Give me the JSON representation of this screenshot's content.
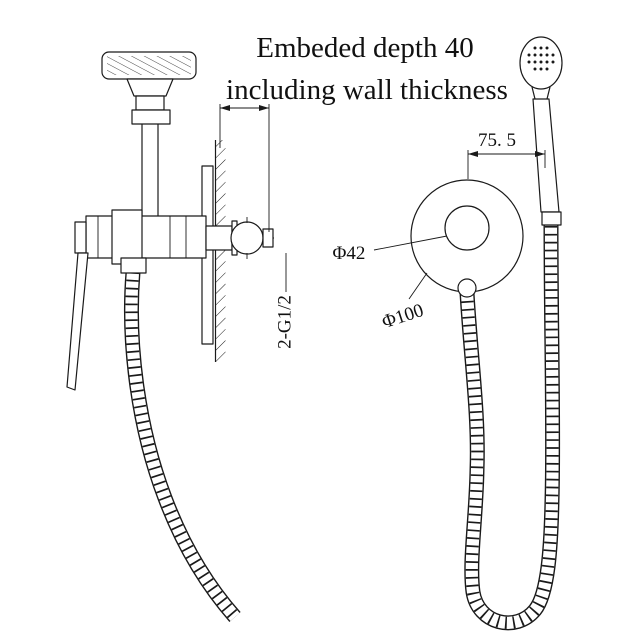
{
  "drawing": {
    "title_line1": "Embeded depth 40",
    "title_line2": "including wall thickness",
    "dimensions": {
      "offset_width": "75. 5",
      "inner_diameter": "Φ42",
      "outer_diameter": "Φ100",
      "thread_spec": "2-G1/2"
    }
  }
}
